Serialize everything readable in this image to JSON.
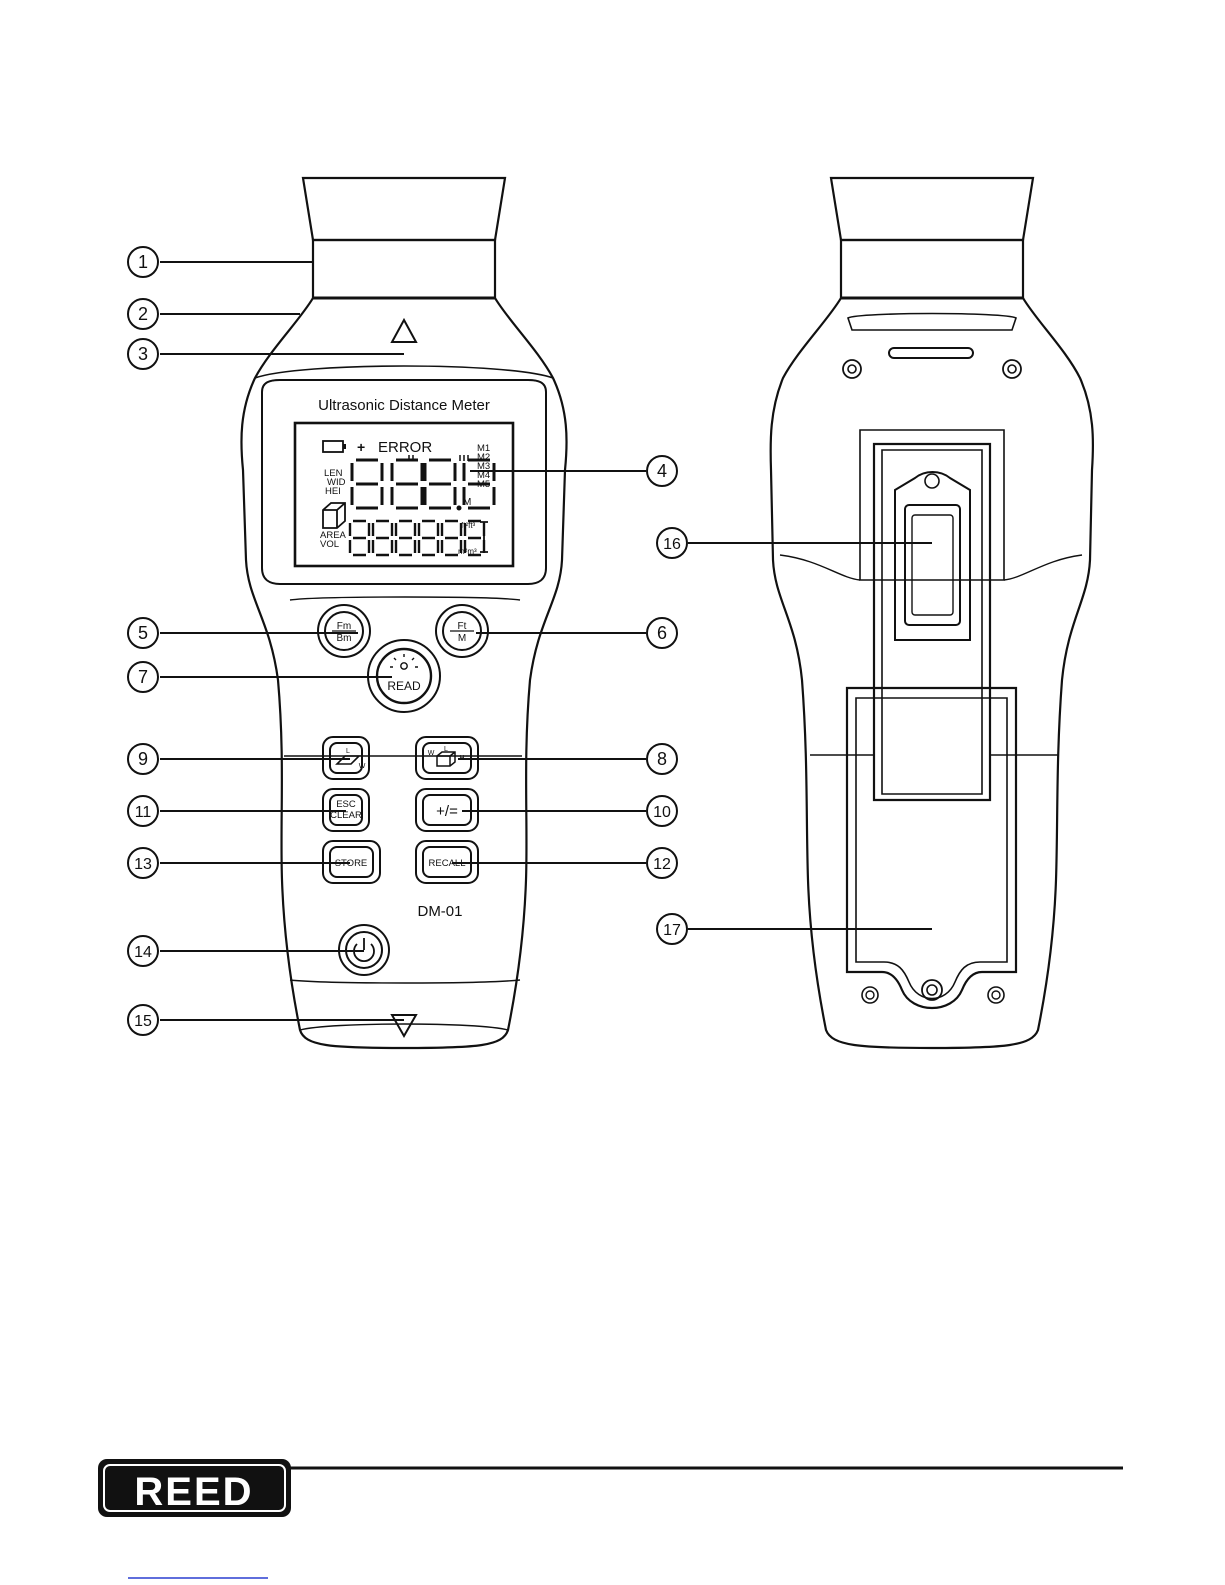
{
  "device": {
    "title": "Ultrasonic Distance Meter",
    "model": "DM-01",
    "brand_logo": "REED"
  },
  "lcd": {
    "top_label": "ERROR",
    "plus": "+",
    "memory": [
      "M1",
      "M2",
      "M3",
      "M4",
      "M5"
    ],
    "len": "LEN",
    "wid": "WID",
    "hei": "HEI",
    "area": "AREA",
    "vol": "VOL",
    "unit_m": "M",
    "unit_ft": "ft²ft³",
    "unit_m2": "m²m³"
  },
  "buttons": {
    "fm": "Fm",
    "bm": "Bm",
    "ft": "Ft",
    "m": "M",
    "read": "READ",
    "area_l": "L",
    "area_w": "W",
    "vol_w": "W",
    "vol_l": "L",
    "vol_h": "H",
    "esc": "ESC",
    "clear": "CLEAR",
    "plus_equals": "+/=",
    "store": "STORE",
    "recall": "RECALL"
  },
  "callouts": [
    "1",
    "2",
    "3",
    "4",
    "5",
    "6",
    "7",
    "8",
    "9",
    "10",
    "11",
    "12",
    "13",
    "14",
    "15",
    "16",
    "17"
  ]
}
